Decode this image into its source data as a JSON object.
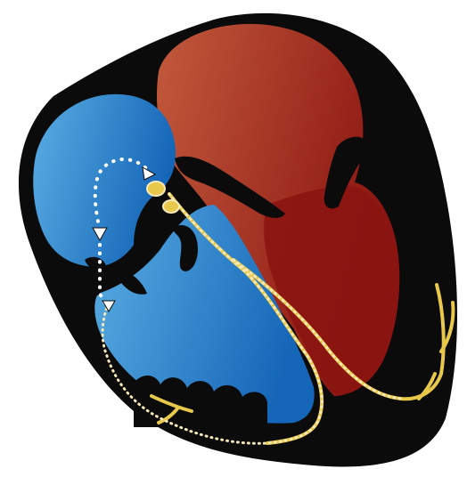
{
  "colors": {
    "background": "#ffffff",
    "outline": "#0b0b0b",
    "right_heart_light": "#5aaee3",
    "right_heart_dark": "#1566b8",
    "left_heart_light": "#c25a3c",
    "left_heart_dark": "#8a1410",
    "conduction": "#e8c84a",
    "conduction_dots": "#f6e8b8",
    "flow_dots": "#ffffff"
  },
  "diagram": {
    "structures": [
      {
        "name": "heart-outline",
        "label": ""
      },
      {
        "name": "right-atrium",
        "label": ""
      },
      {
        "name": "right-ventricle",
        "label": ""
      },
      {
        "name": "left-atrium",
        "label": ""
      },
      {
        "name": "left-ventricle",
        "label": ""
      },
      {
        "name": "interventricular-septum",
        "label": ""
      },
      {
        "name": "sa-node",
        "label": ""
      },
      {
        "name": "av-node",
        "label": ""
      },
      {
        "name": "bundle-of-his",
        "label": ""
      },
      {
        "name": "purkinje-fibers",
        "label": ""
      }
    ],
    "flow_arrows": [
      {
        "name": "arrow-down-1",
        "direction": "down"
      },
      {
        "name": "arrow-down-2",
        "direction": "down"
      },
      {
        "name": "arrow-up",
        "direction": "up"
      }
    ]
  }
}
